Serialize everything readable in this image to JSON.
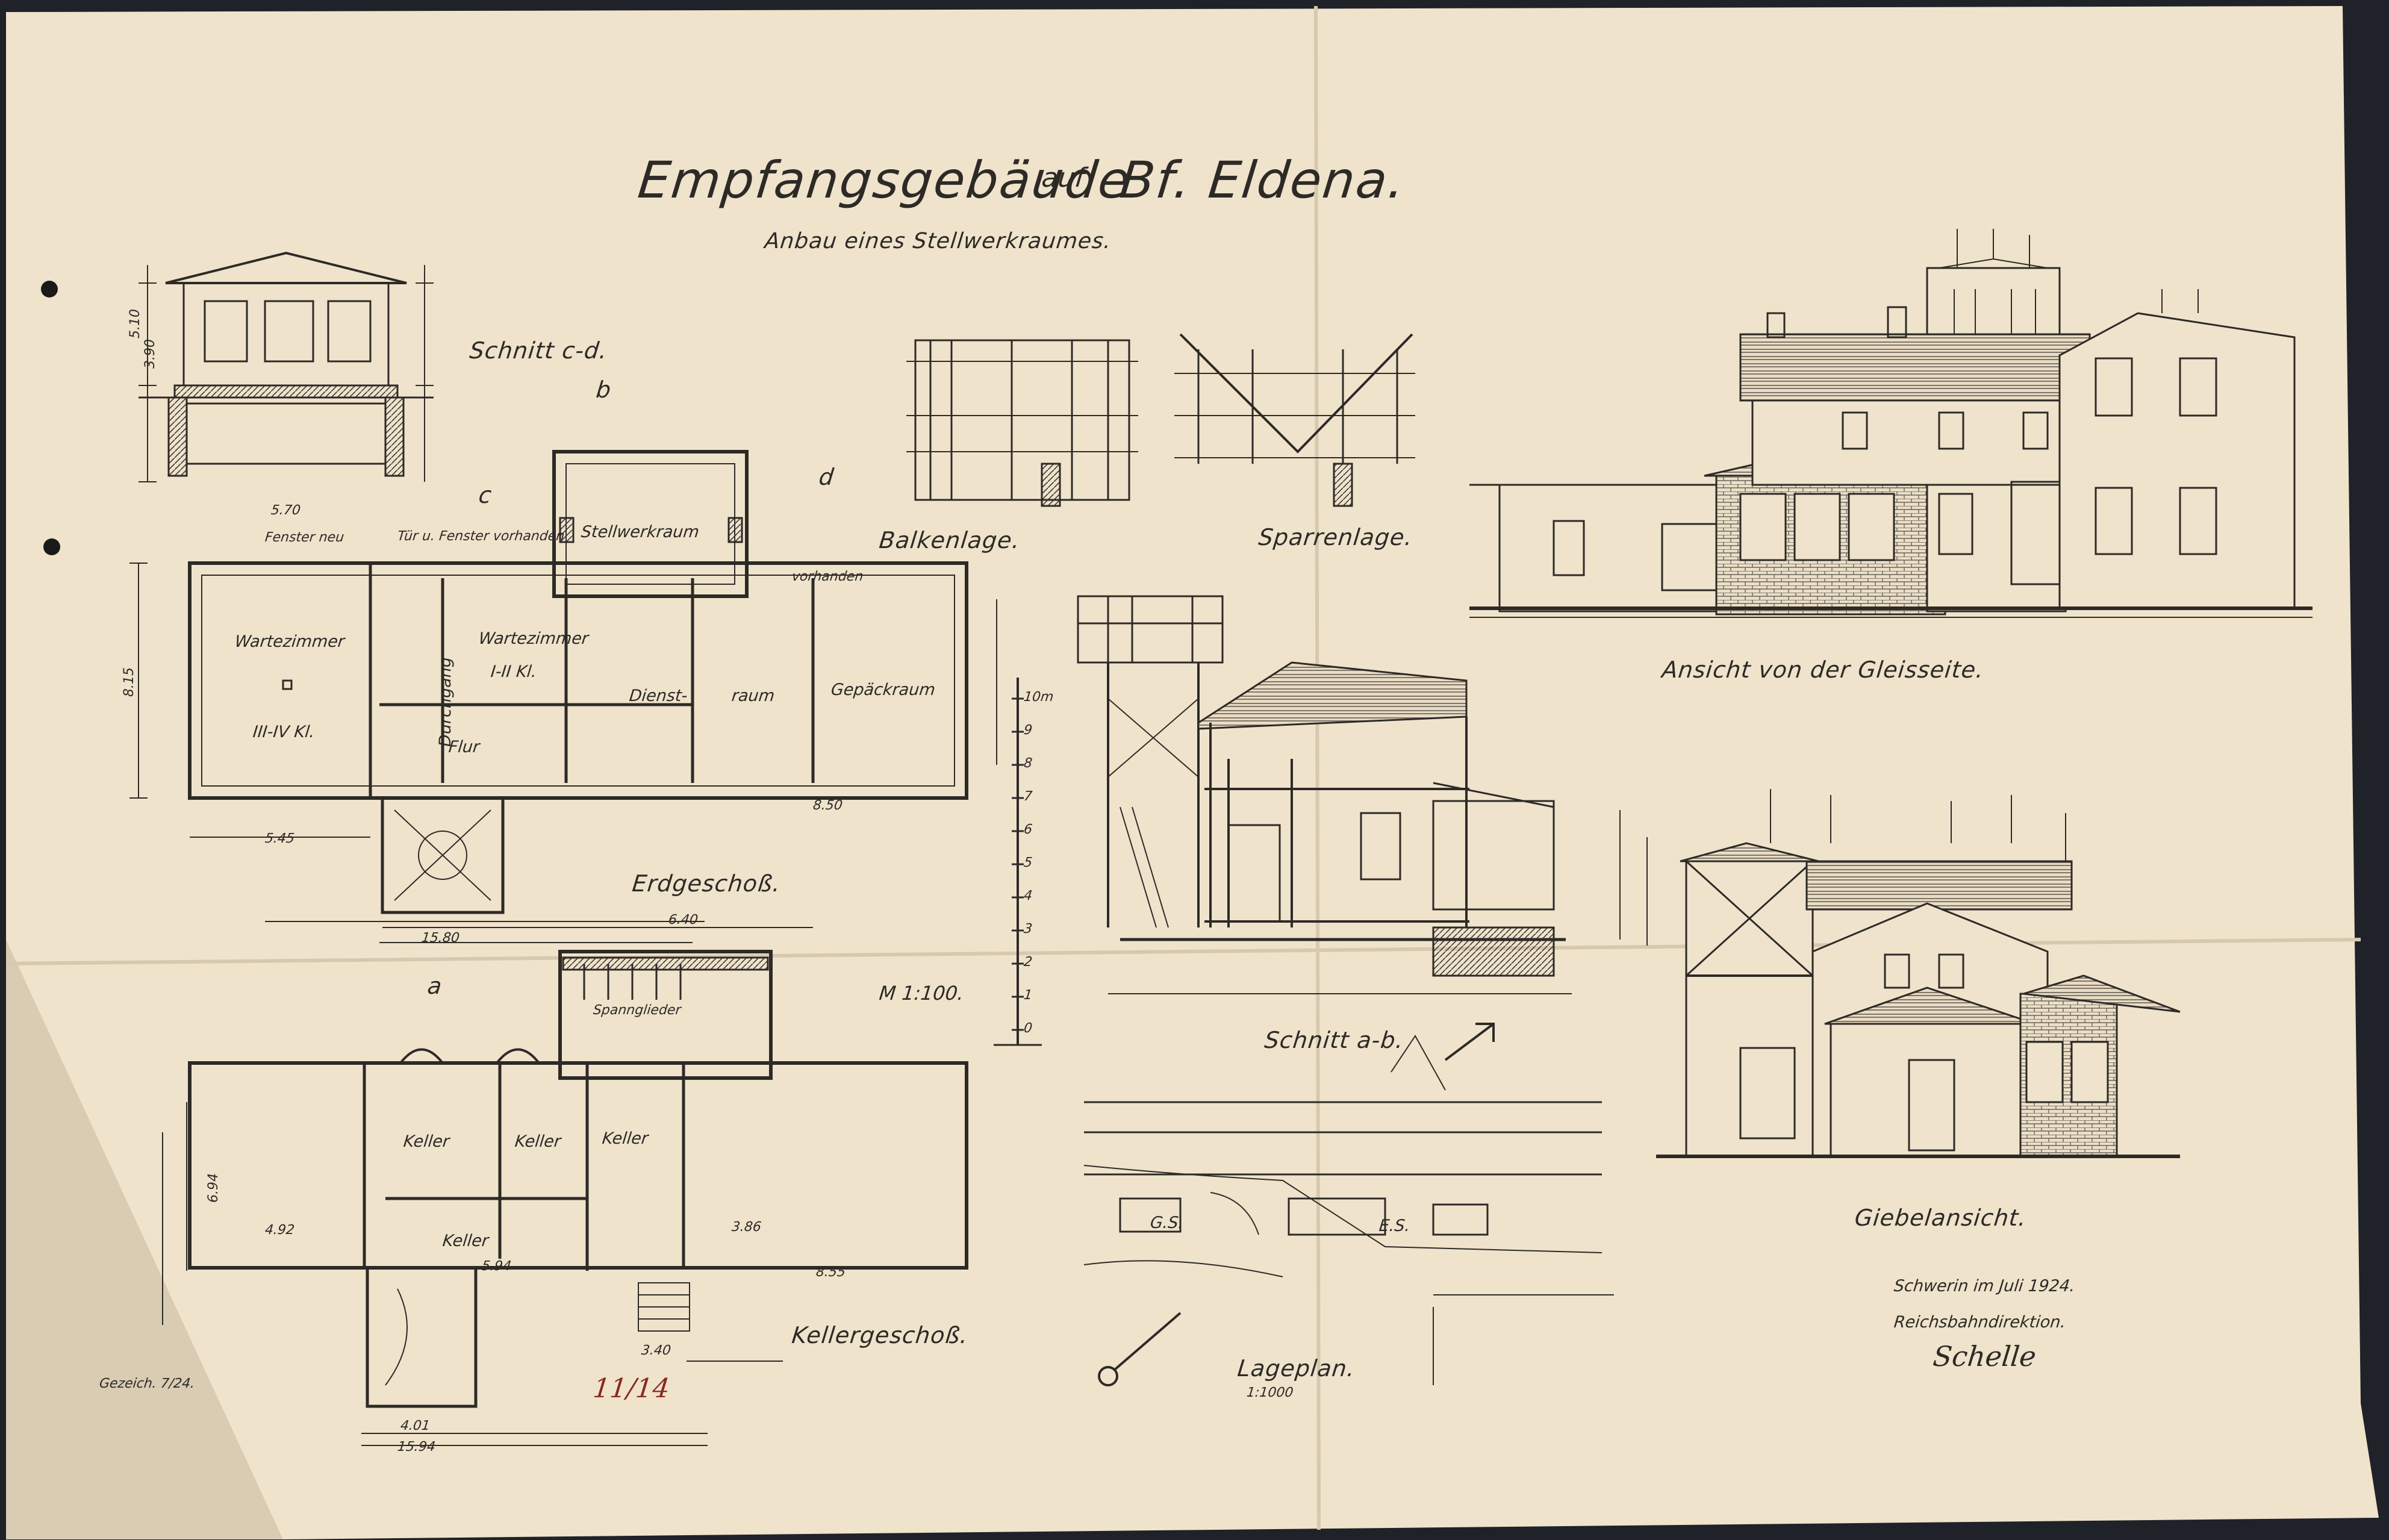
{
  "drawing": {
    "title_main": "Empfangsgebäude",
    "title_auf": "auf",
    "title_station": "Bf. Eldena.",
    "subtitle": "Anbau eines Stellwerkraumes."
  },
  "views": {
    "schnitt_cd": "Schnitt c-d.",
    "balkenlage": "Balkenlage.",
    "sparrenlage": "Sparrenlage.",
    "ansicht_gleisseite": "Ansicht von der Gleisseite.",
    "erdgeschoss": "Erdgeschoß.",
    "schnitt_ab": "Schnitt a-b.",
    "kellergeschoss": "Kellergeschoß.",
    "lageplan": "Lageplan.",
    "lageplan_scale": "1:1000",
    "giebelansicht": "Giebelansicht.",
    "scale": "M 1:100."
  },
  "rooms": {
    "wartezimmer_1": "Wartezimmer",
    "klasse_1": "III-IV Kl.",
    "durchgang": "Durchgang",
    "wartezimmer_2": "Wartezimmer",
    "klasse_2": "I-II Kl.",
    "flur": "Flur",
    "dienstraum": "Dienst-",
    "dienstraum_2": "raum",
    "gepaeckraum": "Gepäckraum",
    "stellwerkraum": "Stellwerkraum",
    "fenster": "Fenster neu",
    "tuer": "Tür u. Fenster vorhanden",
    "vorhanden": "vorhanden",
    "keller_1": "Keller",
    "keller_2": "Keller",
    "keller_3": "Keller",
    "keller_4": "Keller",
    "spannglieder": "Spannglieder",
    "gs": "G.S.",
    "es": "E.S."
  },
  "dimensions": {
    "d_510": "5.10",
    "d_390": "3.90",
    "d_570": "5.70",
    "d_545": "5.45",
    "d_850": "8.50",
    "d_1580": "15.80",
    "d_815": "8.15",
    "d_640": "6.40",
    "d_386": "3.86",
    "d_855": "8.55",
    "d_1594": "15.94",
    "d_401": "4.01",
    "d_340": "3.40",
    "d_694": "6.94",
    "d_492": "4.92",
    "d_594": "5.94"
  },
  "scale_bar": [
    "10m",
    "9",
    "8",
    "7",
    "6",
    "5",
    "4",
    "3",
    "2",
    "1",
    "0"
  ],
  "footer": {
    "place_date": "Schwerin im Juli 1924.",
    "authority": "Reichsbahndirektion.",
    "signature": "Schelle",
    "pencil_note": "11/14",
    "gezeichnet": "Gezeich. 7/24."
  },
  "section_marks": {
    "a": "a",
    "b": "b",
    "c": "c",
    "d": "d"
  },
  "colors": {
    "paper": "#efe3cc",
    "ink": "#2d2a26",
    "background": "#1f2228",
    "pencil_red": "#8a2a20"
  }
}
